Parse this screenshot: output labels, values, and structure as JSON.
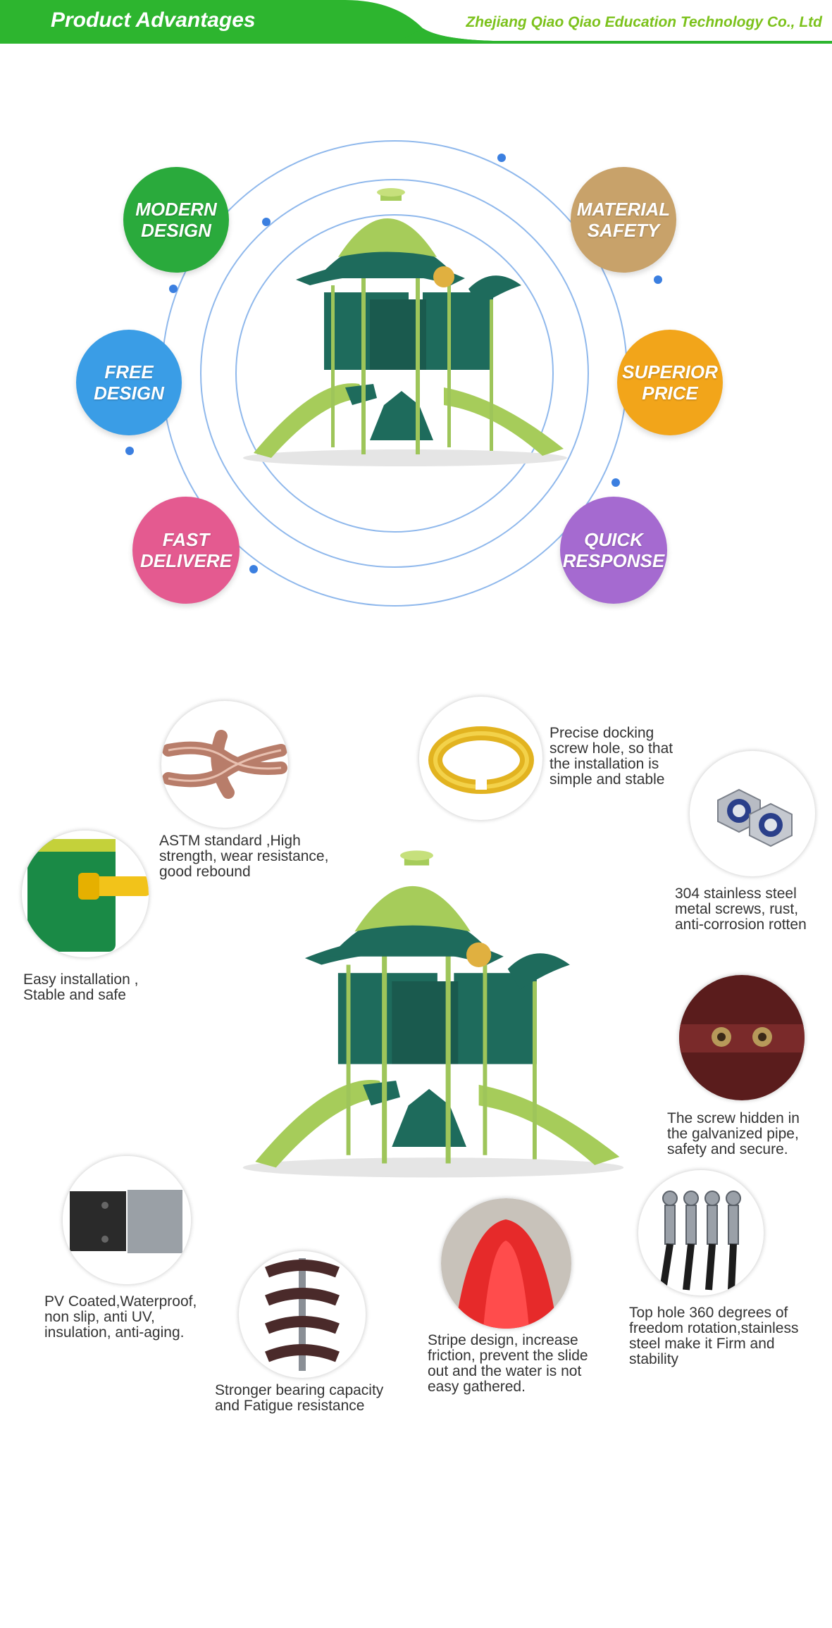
{
  "header": {
    "title": "Product Advantages",
    "company": "Zhejiang Qiao Qiao Education Technology Co., Ltd",
    "green": "#2db52f"
  },
  "advantages": [
    {
      "line1": "MODERN",
      "line2": "DESIGN",
      "color": "#2aaa3c"
    },
    {
      "line1": "MATERIAL",
      "line2": "SAFETY",
      "color": "#c8a26a"
    },
    {
      "line1": "FREE",
      "line2": "DESIGN",
      "color": "#3a9de6"
    },
    {
      "line1": "SUPERIOR",
      "line2": "PRICE",
      "color": "#f2a51a"
    },
    {
      "line1": "FAST",
      "line2": "DELIVERE",
      "color": "#e45a90"
    },
    {
      "line1": "QUICK",
      "line2": "RESPONSE",
      "color": "#a56ad0"
    }
  ],
  "features": {
    "rope": [
      "ASTM standard ,High",
      "strength, wear resistance,",
      "good rebound"
    ],
    "clamp": [
      "Precise docking",
      "screw hole, so that",
      "the installation is",
      "simple and stable"
    ],
    "nut": [
      "304 stainless steel",
      "metal screws, rust,",
      "anti-corrosion rotten"
    ],
    "panel": [
      "Easy installation ,",
      "Stable and safe"
    ],
    "screw": [
      "The screw hidden in",
      "the galvanized pipe,",
      "safety and secure."
    ],
    "pv": [
      "PV Coated,Waterproof,",
      "non slip, anti UV,",
      "insulation, anti-aging."
    ],
    "spring": [
      "Stronger bearing capacity",
      "and Fatigue resistance"
    ],
    "slide": [
      "Stripe design, increase",
      "friction, prevent the slide",
      "out and the water is not",
      "easy gathered."
    ],
    "swivel": [
      "Top hole 360 degrees of",
      "freedom rotation,stainless",
      "steel make it Firm and",
      "stability"
    ]
  }
}
